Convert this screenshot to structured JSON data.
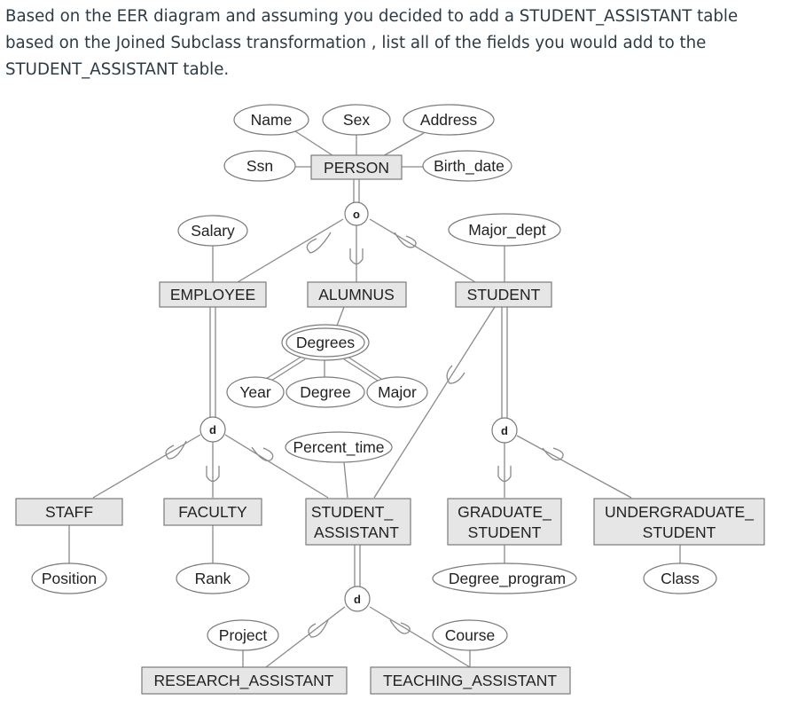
{
  "question": {
    "text": "Based on the EER diagram and assuming you decided to add a STUDENT_ASSISTANT table based on the Joined Subclass transformation ,  list all of the fields you would add to the STUDENT_ASSISTANT table."
  },
  "diagram": {
    "entities": {
      "person": "PERSON",
      "employee": "EMPLOYEE",
      "alumnus": "ALUMNUS",
      "student": "STUDENT",
      "staff": "STAFF",
      "faculty": "FACULTY",
      "student_assistant_1": "STUDENT_",
      "student_assistant_2": "ASSISTANT",
      "graduate_student_1": "GRADUATE_",
      "graduate_student_2": "STUDENT",
      "undergraduate_student_1": "UNDERGRADUATE_",
      "undergraduate_student_2": "STUDENT",
      "research_assistant": "RESEARCH_ASSISTANT",
      "teaching_assistant": "TEACHING_ASSISTANT"
    },
    "attributes": {
      "name": "Name",
      "sex": "Sex",
      "address": "Address",
      "ssn": "Ssn",
      "birth_date": "Birth_date",
      "salary": "Salary",
      "major_dept": "Major_dept",
      "degrees": "Degrees",
      "year": "Year",
      "degree": "Degree",
      "major": "Major",
      "percent_time": "Percent_time",
      "position": "Position",
      "rank": "Rank",
      "degree_program": "Degree_program",
      "class": "Class",
      "project": "Project",
      "course": "Course"
    },
    "constraints": {
      "person_overlap": "o",
      "employee_disjoint": "d",
      "student_disjoint": "d",
      "student_assistant_disjoint": "d"
    }
  }
}
